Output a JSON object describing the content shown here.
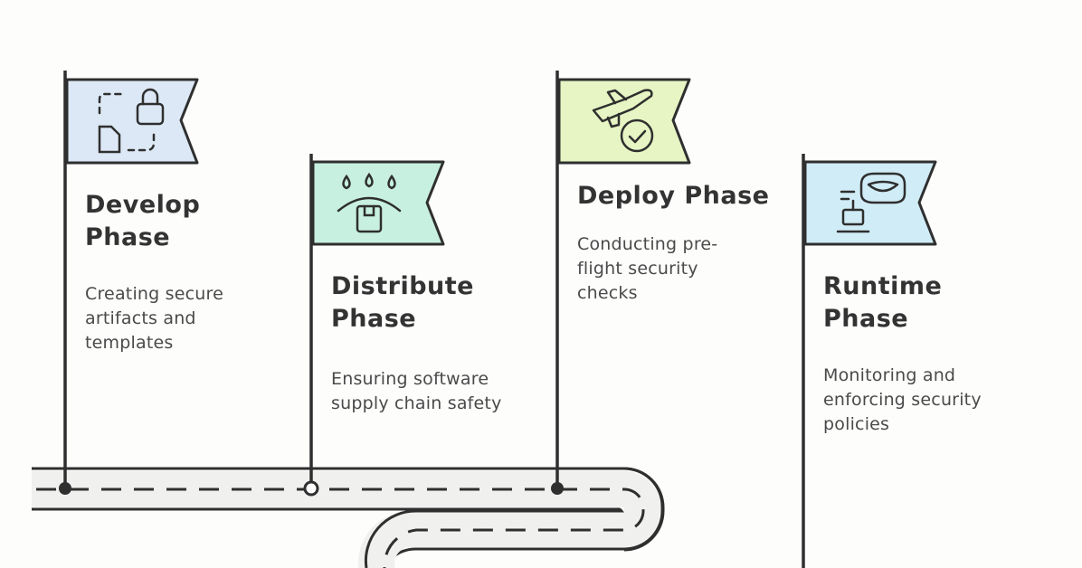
{
  "phases": [
    {
      "title": "Develop Phase",
      "title_lines": [
        "Develop",
        "Phase"
      ],
      "desc_lines": [
        "Creating secure",
        "artifacts and",
        "templates"
      ],
      "icon": "lock-artifact-icon",
      "flag_color": "#dce8f5"
    },
    {
      "title": "Distribute Phase",
      "title_lines": [
        "Distribute",
        "Phase"
      ],
      "desc_lines": [
        "Ensuring software",
        "supply chain safety"
      ],
      "icon": "package-drops-icon",
      "flag_color": "#c8f0e0"
    },
    {
      "title": "Deploy Phase",
      "title_lines": [
        "Deploy Phase"
      ],
      "desc_lines": [
        "Conducting pre-",
        "flight security",
        "checks"
      ],
      "icon": "airplane-check-icon",
      "flag_color": "#e6f5c3"
    },
    {
      "title": "Runtime Phase",
      "title_lines": [
        "Runtime",
        "Phase"
      ],
      "desc_lines": [
        "Monitoring and",
        "enforcing security",
        "policies"
      ],
      "icon": "vr-monitor-icon",
      "flag_color": "#d0ecf6"
    }
  ],
  "colors": {
    "ink": "#2f2f2f",
    "road": "#f0f0ee"
  }
}
